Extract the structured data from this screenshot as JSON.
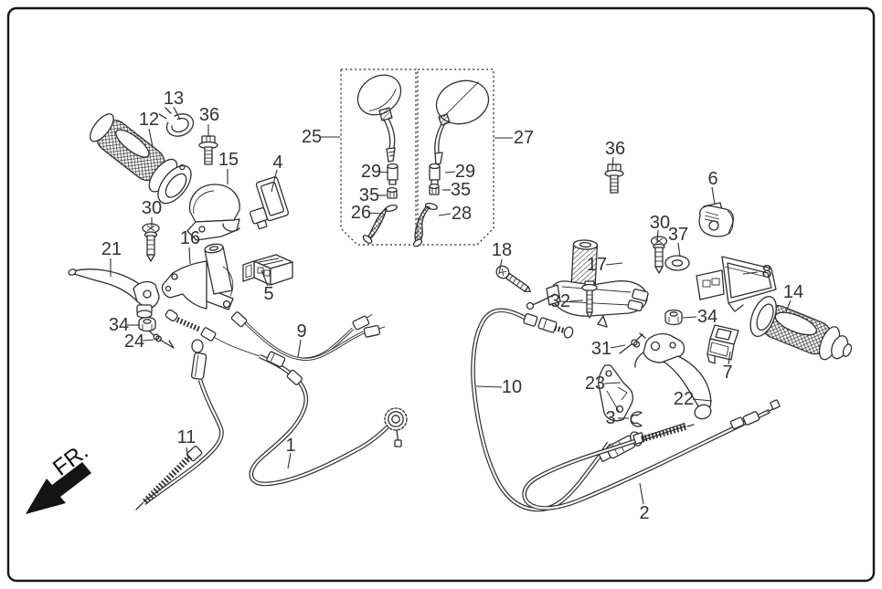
{
  "diagram": {
    "fr_marker": "FR.",
    "background_color": "#ffffff",
    "line_color": "#2f2f2f",
    "border_color": "#161616"
  },
  "callouts": {
    "n1": {
      "label": "1"
    },
    "n2": {
      "label": "2"
    },
    "n3": {
      "label": "3"
    },
    "n4": {
      "label": "4"
    },
    "n5": {
      "label": "5"
    },
    "n6": {
      "label": "6"
    },
    "n7": {
      "label": "7"
    },
    "n8": {
      "label": "8"
    },
    "n9": {
      "label": "9"
    },
    "n10": {
      "label": "10"
    },
    "n11": {
      "label": "11"
    },
    "n12": {
      "label": "12"
    },
    "n13": {
      "label": "13"
    },
    "n14": {
      "label": "14"
    },
    "n15": {
      "label": "15"
    },
    "n16": {
      "label": "16"
    },
    "n17": {
      "label": "17"
    },
    "n18": {
      "label": "18"
    },
    "n21": {
      "label": "21"
    },
    "n22": {
      "label": "22"
    },
    "n23": {
      "label": "23"
    },
    "n24": {
      "label": "24"
    },
    "n25": {
      "label": "25"
    },
    "n26": {
      "label": "26"
    },
    "n27": {
      "label": "27"
    },
    "n28": {
      "label": "28"
    },
    "n29a": {
      "label": "29"
    },
    "n29b": {
      "label": "29"
    },
    "n30a": {
      "label": "30"
    },
    "n30b": {
      "label": "30"
    },
    "n31": {
      "label": "31"
    },
    "n32": {
      "label": "32"
    },
    "n34a": {
      "label": "34"
    },
    "n34b": {
      "label": "34"
    },
    "n35a": {
      "label": "35"
    },
    "n35b": {
      "label": "35"
    },
    "n36a": {
      "label": "36"
    },
    "n36b": {
      "label": "36"
    },
    "n37": {
      "label": "37"
    }
  }
}
